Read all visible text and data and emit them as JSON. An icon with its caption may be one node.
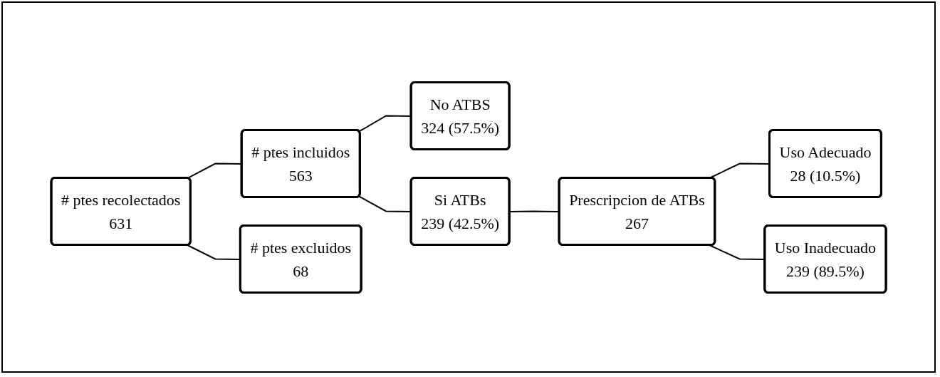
{
  "diagram": {
    "nodes": [
      {
        "text": [
          "# ptes recolectados",
          "631"
        ]
      },
      {
        "text": [
          "# ptes incluidos",
          "563"
        ]
      },
      {
        "text": [
          "# ptes excluidos",
          "68"
        ]
      },
      {
        "text": [
          "No ATBS",
          "324 (57.5%)"
        ]
      },
      {
        "text": [
          "Si ATBs",
          "239 (42.5%)"
        ]
      },
      {
        "text": [
          "Prescripcion de ATBs",
          "267"
        ]
      },
      {
        "text": [
          "Uso Adecuado",
          "28 (10.5%)"
        ]
      },
      {
        "text": [
          "Uso Inadecuado",
          "239 (89.5%)"
        ]
      }
    ],
    "edges": [
      {
        "from": 0,
        "to": 1,
        "arrow": "none"
      },
      {
        "from": 0,
        "to": 2,
        "arrow": "none"
      },
      {
        "from": 1,
        "to": 3,
        "arrow": "none"
      },
      {
        "from": 1,
        "to": 4,
        "arrow": "none"
      },
      {
        "from": 4,
        "to": 5,
        "arrow": "none"
      },
      {
        "from": 5,
        "to": 6,
        "arrow": "none"
      },
      {
        "from": 5,
        "to": 7,
        "arrow": "none"
      }
    ]
  }
}
